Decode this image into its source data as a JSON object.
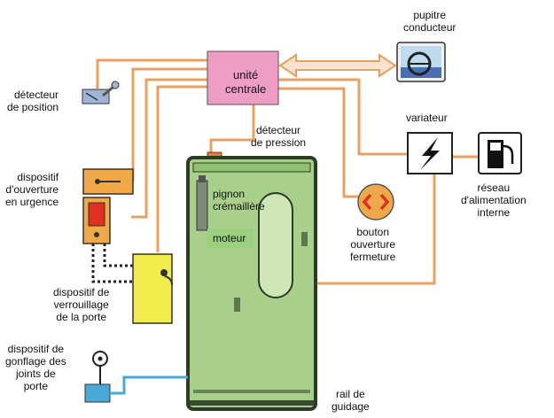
{
  "labels": {
    "pupitre": [
      "pupitre",
      "conducteur"
    ],
    "unite": [
      "unité",
      "centrale"
    ],
    "detecteur_position": [
      "détecteur",
      "de position"
    ],
    "detecteur_pression": [
      "détecteur",
      "de pression"
    ],
    "variateur": "variateur",
    "dispositif_urgence": [
      "dispositif",
      "d'ouverture",
      "en urgence"
    ],
    "pignon": [
      "pignon",
      "crémaillère"
    ],
    "moteur": "moteur",
    "bouton": [
      "bouton",
      "ouverture",
      "fermeture"
    ],
    "reseau": [
      "réseau",
      "d'alimentation",
      "interne"
    ],
    "verrouillage": [
      "dispositif de",
      "verrouillage",
      "de la porte"
    ],
    "gonflage": [
      "dispositif de",
      "gonflage des",
      "joints de",
      "porte"
    ],
    "rail": [
      "rail de",
      "guidage"
    ]
  },
  "colors": {
    "wire": "#e8a060",
    "central_unit": "#ee9dc4",
    "door": "#a9d08a",
    "door_dark": "#2c3b24",
    "button": "#f0a94a",
    "lock": "#f2ec4c",
    "inflation": "#4aa8d8"
  }
}
